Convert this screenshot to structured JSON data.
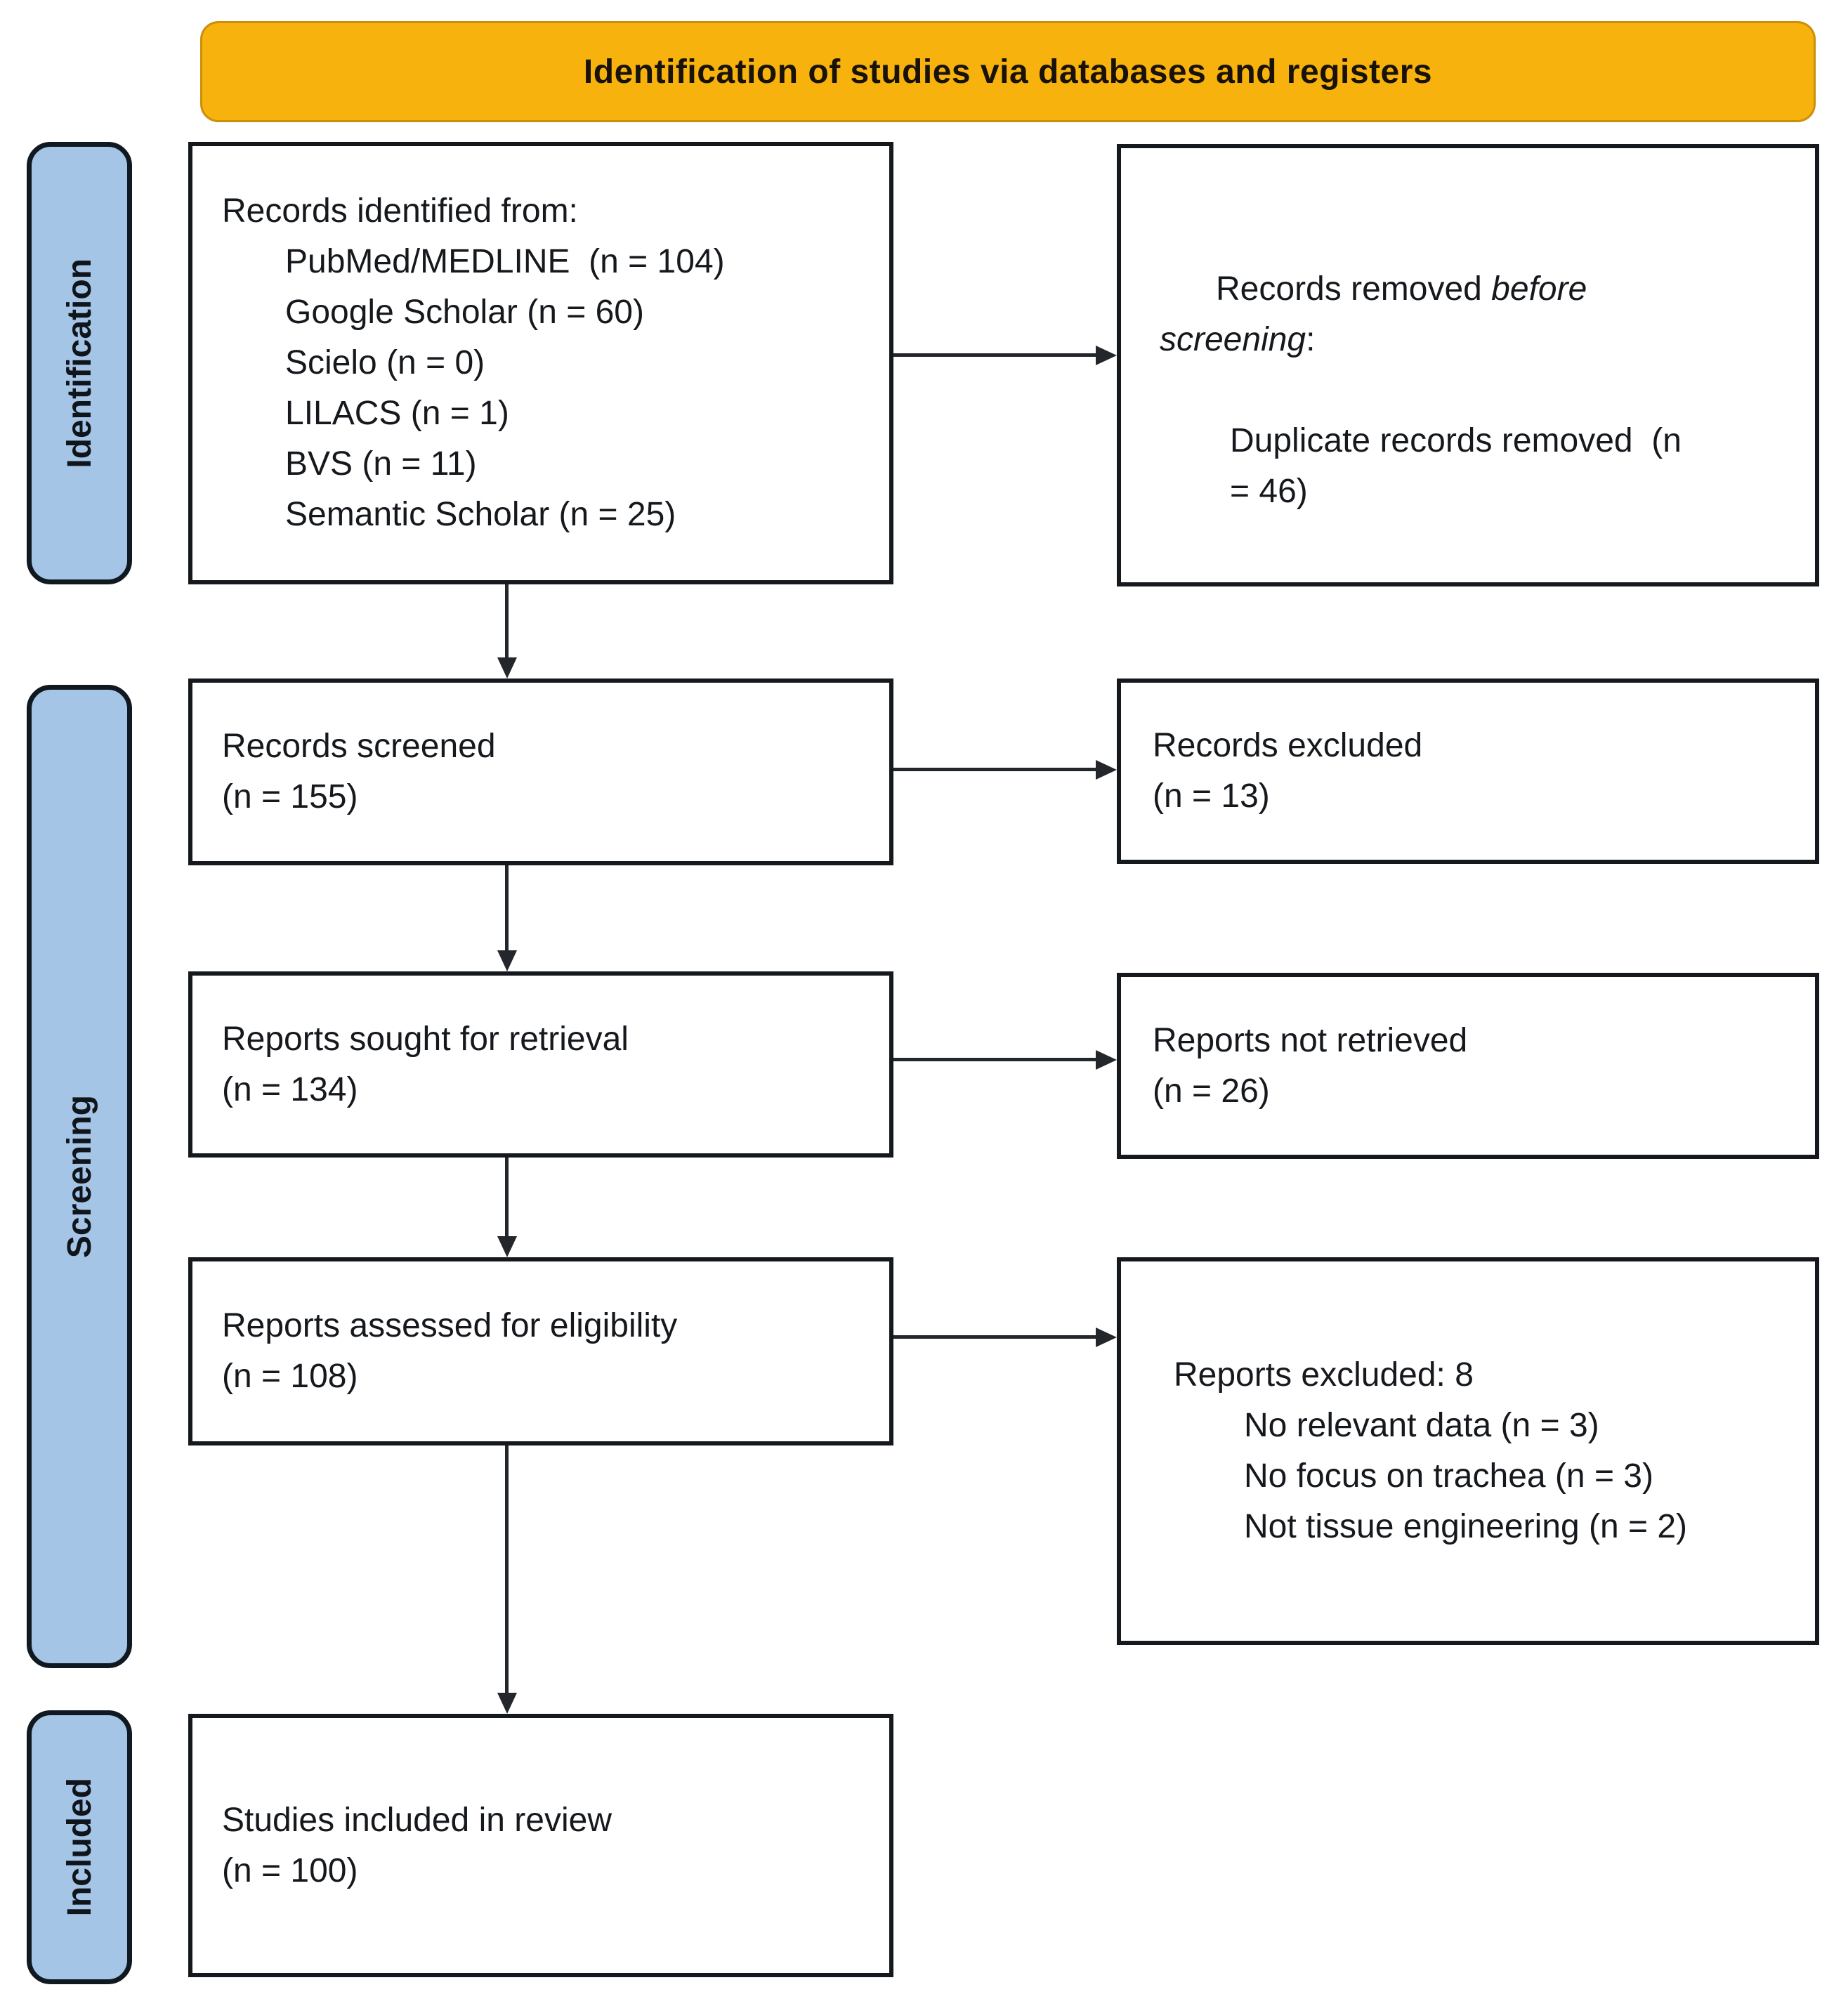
{
  "title": "Identification of studies via databases and registers",
  "stages": [
    {
      "label": "Identification"
    },
    {
      "label": "Screening"
    },
    {
      "label": "Included"
    }
  ],
  "boxes": {
    "records_identified": {
      "intro": "Records identified from:",
      "items": [
        "PubMed/MEDLINE  (n = 104)",
        "Google Scholar (n = 60)",
        "Scielo (n = 0)",
        "LILACS (n = 1)",
        "BVS (n = 11)",
        "Semantic Scholar (n = 25)"
      ]
    },
    "records_removed": {
      "intro_prefix": "Records removed ",
      "intro_italic": "before screening",
      "intro_suffix": ":",
      "items": [
        "Duplicate records removed  (n = 46)"
      ]
    },
    "records_screened": {
      "lines": [
        "Records screened",
        "(n = 155)"
      ]
    },
    "records_excluded": {
      "lines": [
        "Records excluded",
        "(n = 13)"
      ]
    },
    "reports_sought": {
      "lines": [
        "Reports sought for retrieval",
        "(n = 134)"
      ]
    },
    "reports_not_retrieved": {
      "lines": [
        "Reports not retrieved",
        "(n = 26)"
      ]
    },
    "reports_assessed": {
      "lines": [
        "Reports assessed for eligibility",
        "(n = 108)"
      ]
    },
    "reports_excluded": {
      "intro": "Reports excluded: 8",
      "items": [
        "No relevant data (n = 3)",
        "No focus on trachea (n = 3)",
        "Not tissue engineering (n = 2)"
      ]
    },
    "studies_included": {
      "lines": [
        "Studies included in review",
        "(n = 100)"
      ]
    }
  },
  "colors": {
    "banner_bg": "#F7B20E",
    "stage_bg": "#A5C5E6",
    "box_border": "#15181c",
    "arrow": "#23262a"
  }
}
